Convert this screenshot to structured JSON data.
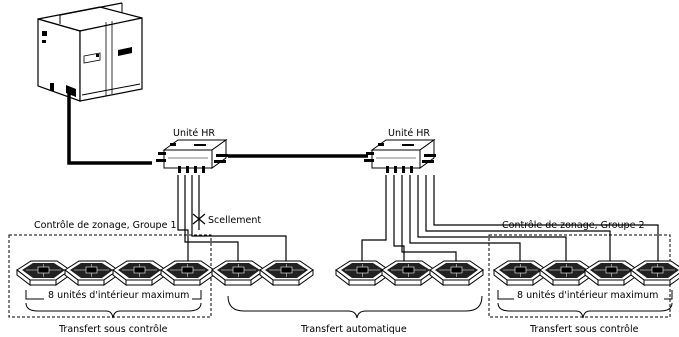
{
  "hr_units": [
    {
      "label": "Unité HR"
    },
    {
      "label": "Unité HR"
    }
  ],
  "seal_label": "Scellement",
  "zones": [
    {
      "title": "Contrôle de zonage, Groupe 1",
      "capacity_note": "8 unités d'intérieur maximum"
    },
    {
      "title": "Contrôle de zonage, Groupe 2",
      "capacity_note": "8 unités d'intérieur maximum"
    }
  ],
  "transfers": [
    {
      "label": "Transfert sous contrôle"
    },
    {
      "label": "Transfert automatique"
    },
    {
      "label": "Transfert sous contrôle"
    }
  ]
}
